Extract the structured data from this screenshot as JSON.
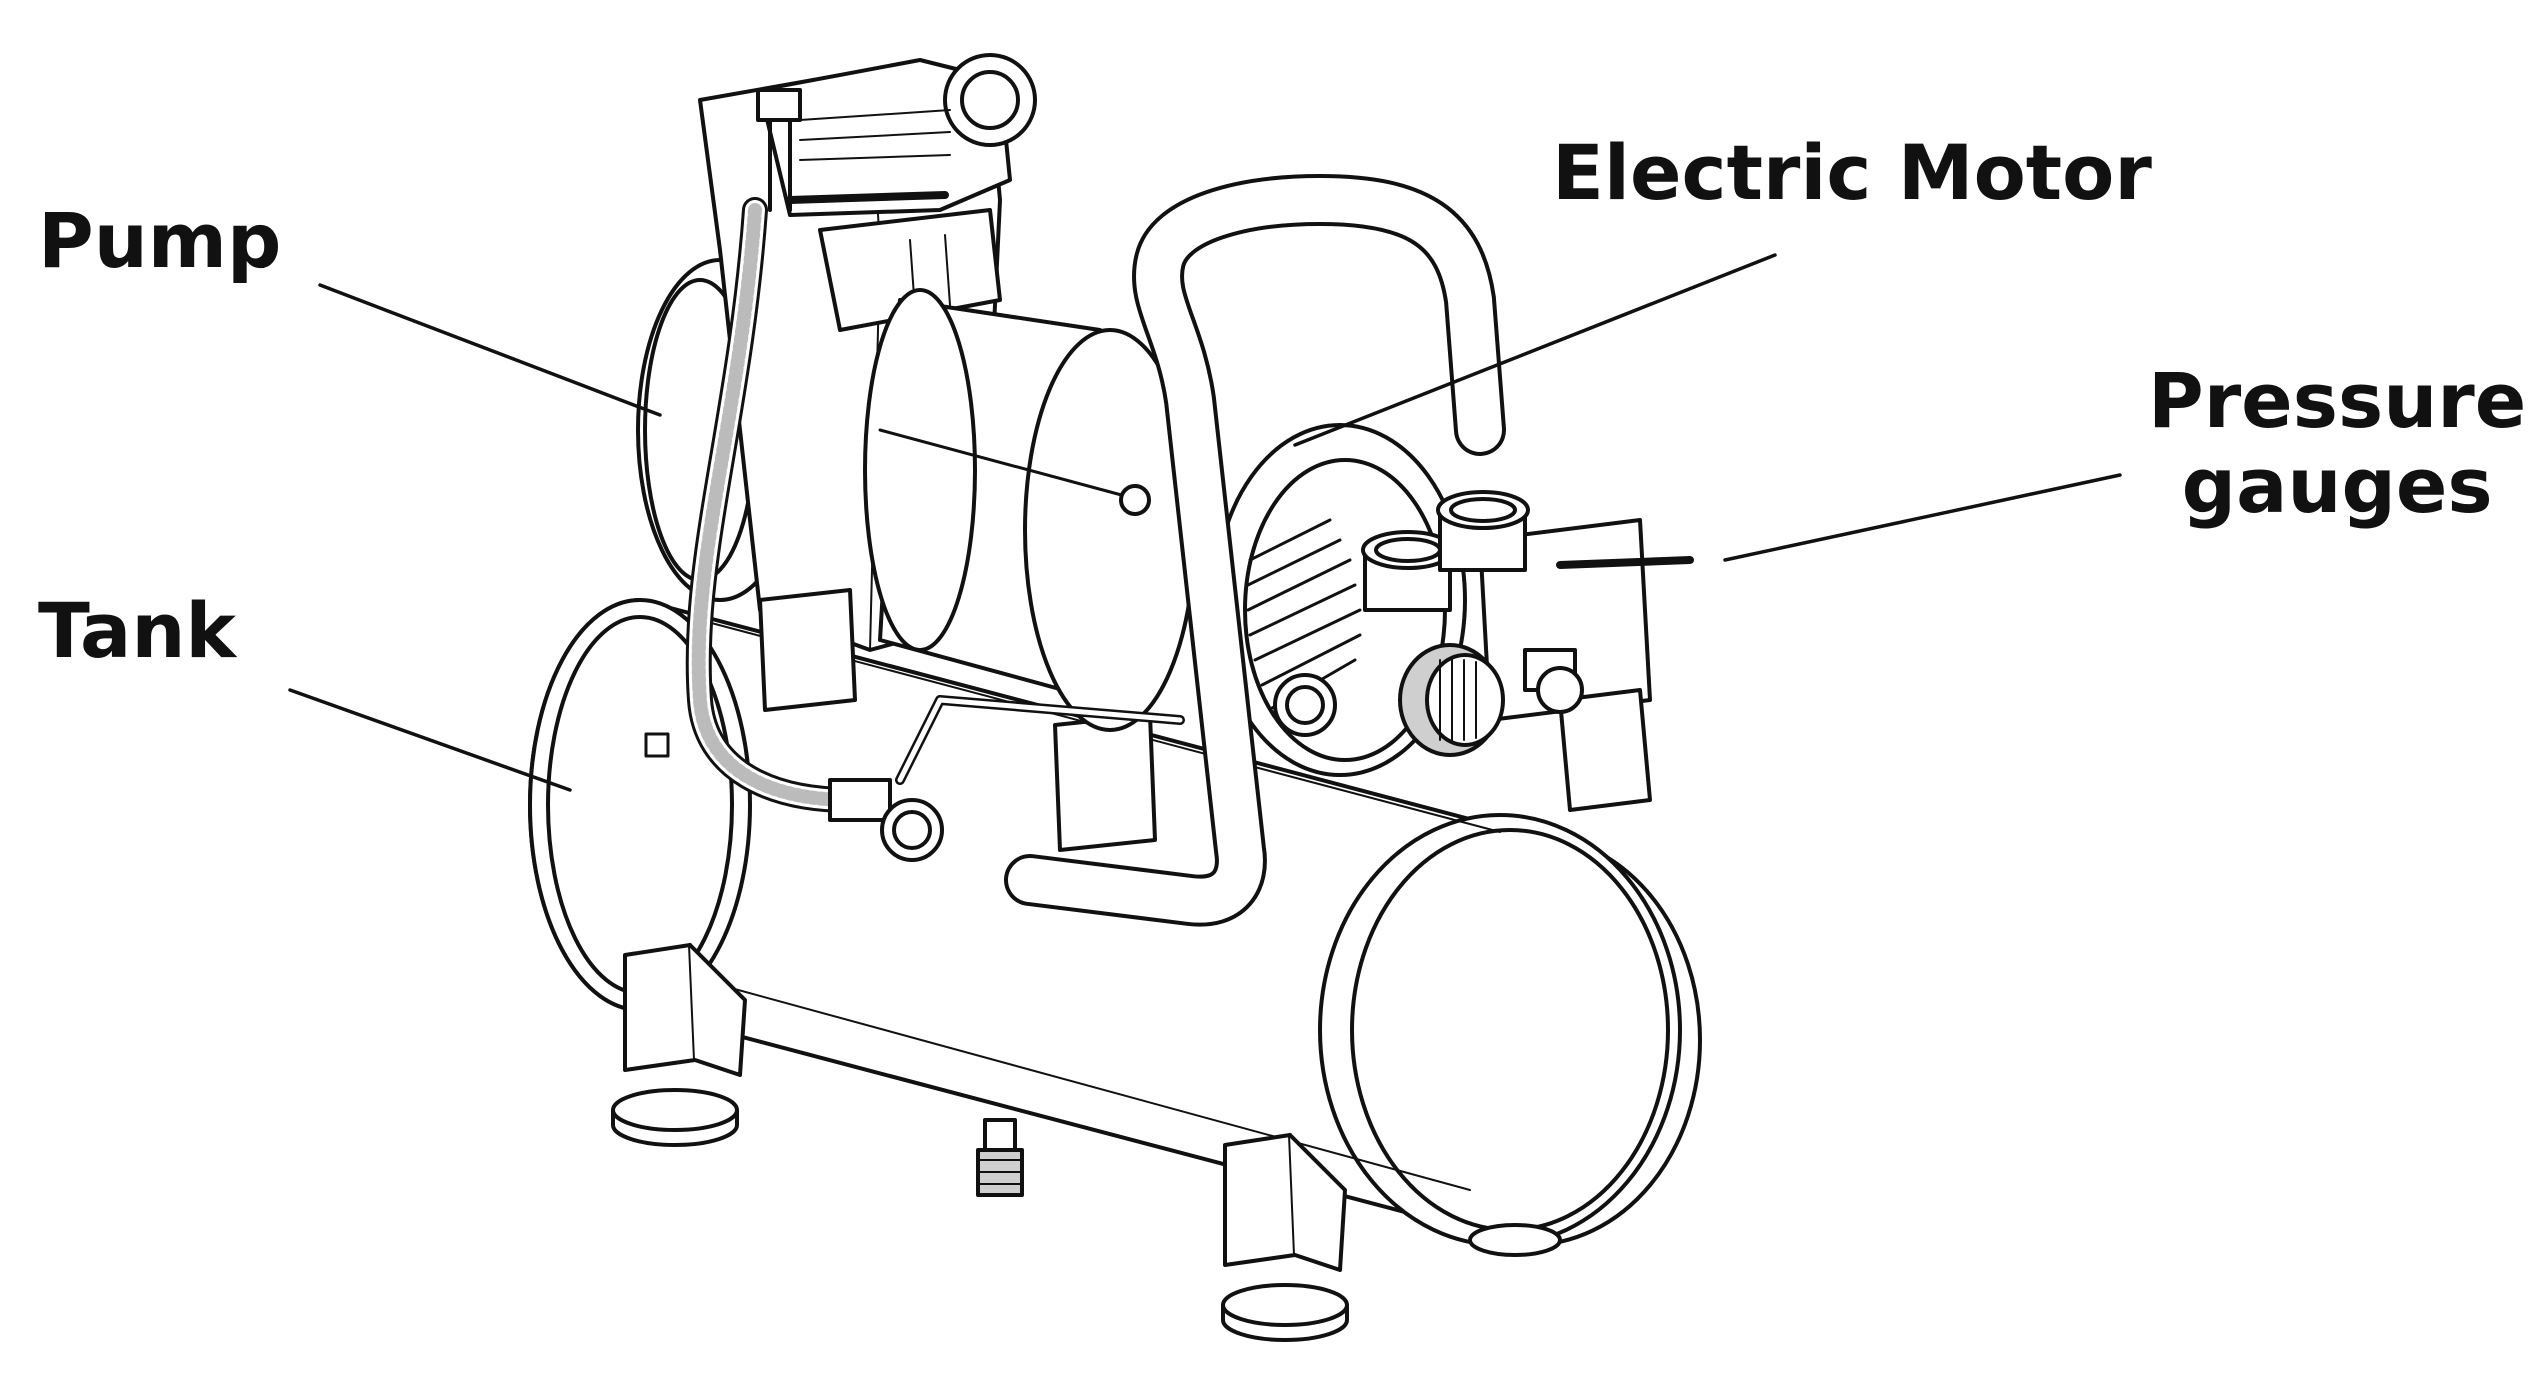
{
  "labels": {
    "pump": "Pump",
    "tank": "Tank",
    "electric_motor": "Electric Motor",
    "pressure_line1": "Pressure",
    "pressure_line2": "gauges"
  },
  "colors": {
    "line": "#111111",
    "fill": "#ffffff",
    "shade": "#cfcfcf"
  },
  "icons": {
    "diagram": "air-compressor-line-drawing"
  }
}
